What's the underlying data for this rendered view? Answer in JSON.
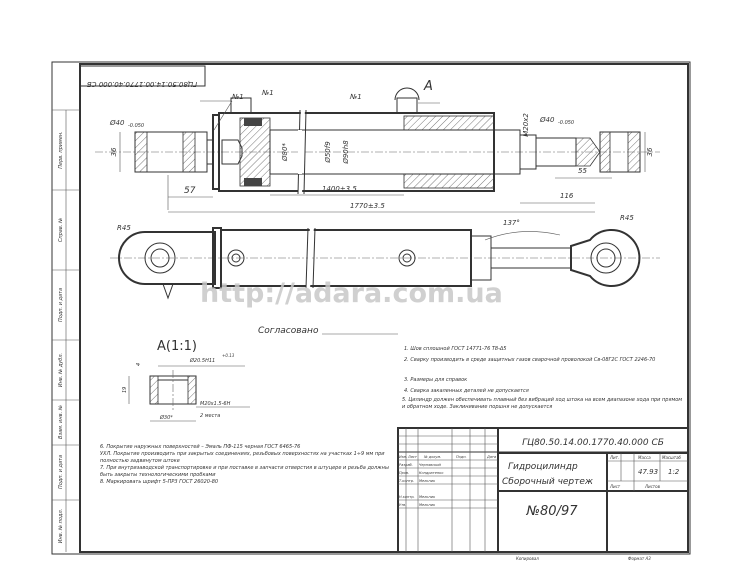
{
  "top_stamp": "ГЦ80.50.14.00.1770.40.000 СБ",
  "side_stamp": [
    "Перв. примен.",
    "Справ. №",
    "Подп. и дата",
    "Инв. № дубл.",
    "Взам. инв. №",
    "Подп. и дата",
    "Инв. № подл."
  ],
  "view_label": "A",
  "dimensions": {
    "left_pin": "Ø40",
    "left_pin_tol": "-0.050",
    "right_pin": "Ø40",
    "right_pin_tol": "-0.050",
    "left_width": "36",
    "right_width": "36",
    "bore": "Ø80*",
    "rod": "Ø50f9",
    "tube": "Ø90h8",
    "port": "М20х2",
    "stroke": "1400±3.5",
    "length": "1770±3.5",
    "left_offset": "57",
    "right_offset": "116",
    "right_eye": "55",
    "radius_left": "R45",
    "radius_right": "R45",
    "angle": "137°",
    "weld_mark": "№1"
  },
  "detail": {
    "title": "A(1:1)",
    "bore_dim": "Ø20.5H11",
    "bore_tol": "+0.13",
    "depth": "4",
    "height": "19",
    "thread": "М20х1.5-6Н",
    "places": "2 места",
    "outer": "Ø30*"
  },
  "watermark": "http://adara.com.ua",
  "approved_label": "Согласовано",
  "notes_right": [
    "1. Шов сплошной ГОСТ 14771-76 Т8-Δ5",
    "2. Сварку производить в среде защитных газов сварочной проволокой Св-08Г2С ГОСТ 2246-70",
    "3. Размеры для справок",
    "4. Сварка закаленных деталей не допускается",
    "5. Цилиндр должен обеспечивать плавный без вибраций ход штока на всем диапазоне хода при прямом и обратном ходе. Заклинивание поршня не допускается"
  ],
  "notes_left": [
    "6. Покрытие наружных поверхностей – Эмаль ПФ-115 черная     ГОСТ 6465-76",
    "УХЛ. Покрытие производить при закрытых соединениях, резьбовых поверхностях на участках 1÷9 мм при полностью задвинутом штоке",
    "7. При внутризаводской транспортировке и при поставке в запчасти отверстия в штуцере и резьба должны быть закрыты технологическими пробками",
    "8. Маркировать шрифт 5-ПР3 ГОСТ 26020-80"
  ],
  "title_block": {
    "designation": "ГЦ80.50.14.00.1770.40.000 СБ",
    "name_line1": "Гидроцилиндр",
    "name_line2": "Сборочный чертеж",
    "number": "№80/97",
    "col_headers": [
      "Изм.",
      "Лист",
      "№ докум.",
      "Подп.",
      "Дата"
    ],
    "roles": [
      "Разраб.",
      "Пров.",
      "Т.контр.",
      "Н.контр.",
      "Утв."
    ],
    "people": [
      "Чернявский",
      "Кондратенко",
      "Мельник",
      "Мельник",
      "Мельник"
    ],
    "lit_label": "Лит.",
    "mass_label": "Масса",
    "scale_label": "Масштаб",
    "mass": "47.93",
    "scale": "1:2",
    "sheet_label": "Лист",
    "sheets_label": "Листов",
    "copied": "Копировал",
    "format": "Формат  А3"
  }
}
